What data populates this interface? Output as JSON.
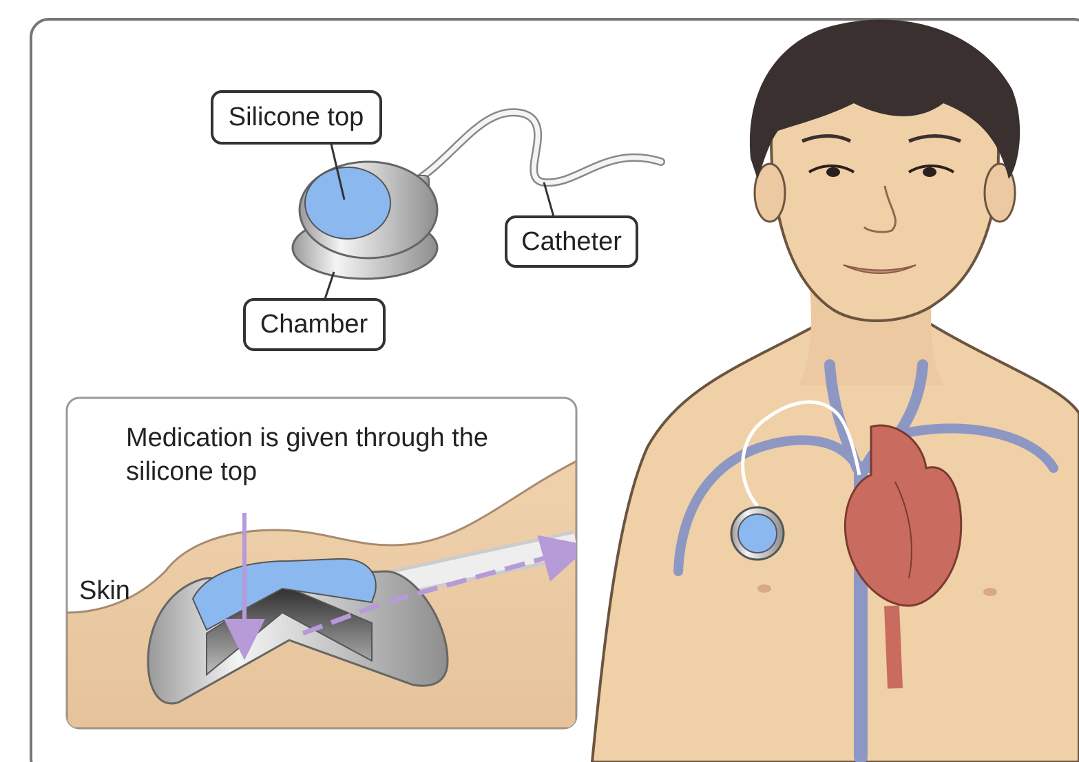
{
  "labels": {
    "silicone_top": "Silicone top",
    "catheter": "Catheter",
    "chamber": "Chamber",
    "skin": "Skin"
  },
  "inset": {
    "caption_line1": "Medication is given through the",
    "caption_line2": "silicone top"
  },
  "colors": {
    "port_blue": "#8bb8ee",
    "skin_tone": "#f0d0a6",
    "vein_blue": "#8d97c4",
    "artery_red": "#c96b5e",
    "hair": "#3a3030",
    "frame_border": "#777777",
    "flow_arrow": "#b79ad8"
  }
}
